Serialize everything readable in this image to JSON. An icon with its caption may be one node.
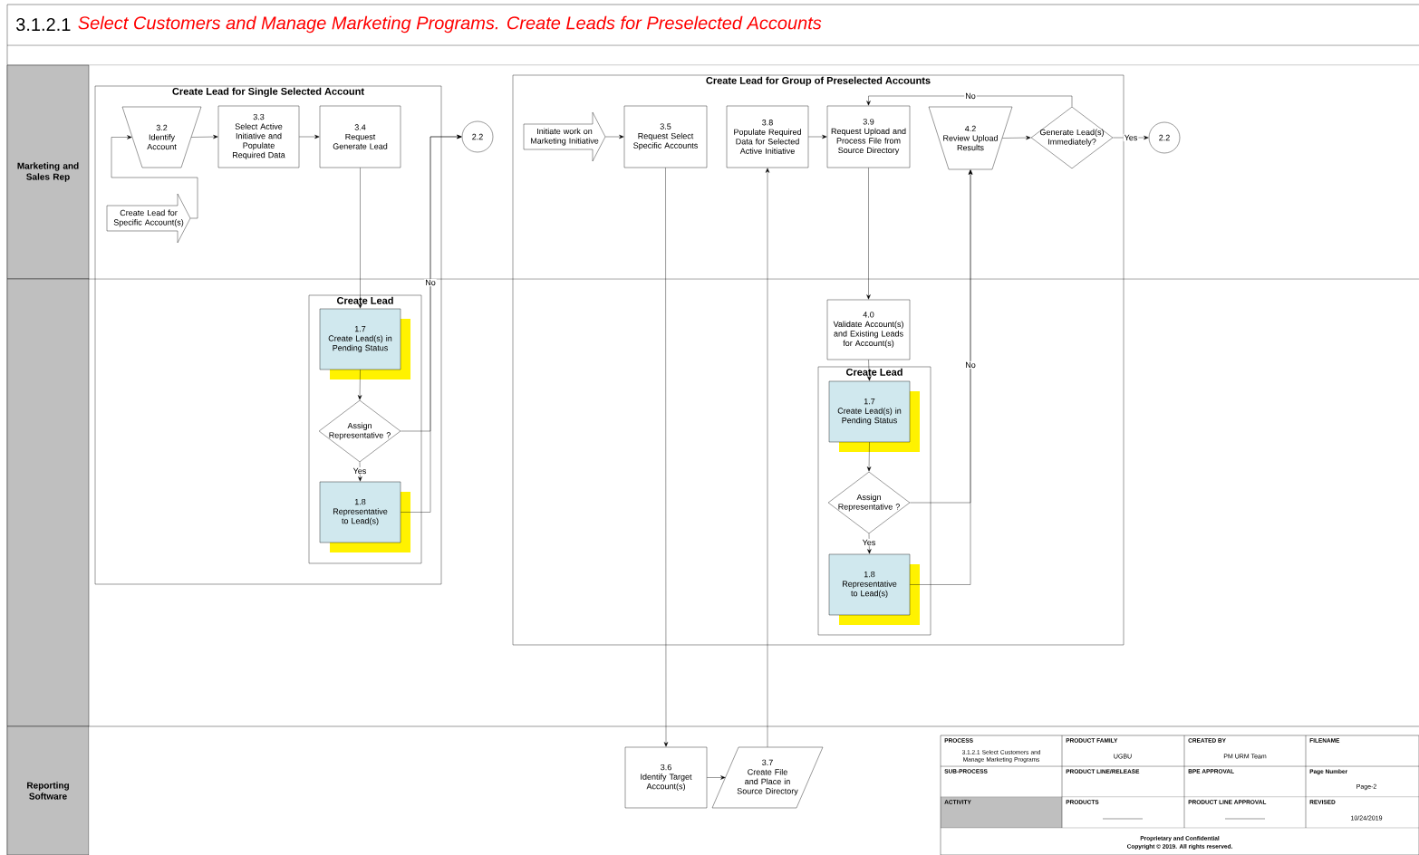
{
  "diagram": {
    "title": "3.1.2.1",
    "nodes": [
      {
        "text": [
          "Marketing and Sales Rep"
        ]
      },
      {
        "text": [],
        "shape": "box"
      },
      {
        "text": [
          "Reporting Software"
        ]
      },
      {
        "text": [
          "Create Lead for Single Selected Account"
        ]
      },
      {
        "text": [
          "Create Lead for Specific Account(s)"
        ],
        "in": 3
      },
      {
        "text": [
          "3.2",
          "Identify Account"
        ],
        "in": 3
      },
      {
        "text": [
          "3.3",
          "Select Active Initiative and Populate Required Data"
        ],
        "in": 3
      },
      {
        "text": [
          "3.4",
          "Request Generate Lead"
        ],
        "in": 3
      },
      {
        "text": [
          "2.2"
        ]
      },
      {
        "text": [
          "Create Lead"
        ],
        "in": 3
      },
      {
        "text": [
          "1.7",
          "Create Lead(s) in Pending Status"
        ],
        "in": 9
      },
      {
        "text": [
          "Assign Representative ?"
        ],
        "in": 9
      },
      {
        "text": [
          "1.8",
          "Representative to Lead(s)"
        ],
        "in": 9
      },
      {
        "text": [
          "Create Lead for Group of Preselected Accounts"
        ]
      },
      {
        "text": [
          "Initiate work on Marketing Initiative"
        ],
        "in": 13
      },
      {
        "text": [
          "3.5",
          "Request Select Specific Accounts"
        ],
        "in": 13
      },
      {
        "text": [
          "3.8",
          "Populate Required Data for Selected Active Initiative"
        ],
        "in": 13
      },
      {
        "text": [
          "3.9",
          "Request Upload and Process File from Source Directory"
        ],
        "in": 13
      },
      {
        "text": [
          "4.2",
          "Review Upload Results"
        ],
        "in": 13
      },
      {
        "text": [
          "Generate Lead(s) Immediately?"
        ],
        "in": 13
      },
      {
        "text": [
          "2.2"
        ]
      },
      {
        "text": [
          "4.0",
          "Validate Account(s) and Existing Leads for Account(s)"
        ],
        "in": 13
      },
      {
        "text": [
          "Create Lead"
        ],
        "in": 13
      },
      {
        "text": [
          "1.7",
          "Create Lead(s) in Pending Status"
        ],
        "in": 22
      },
      {
        "text": [
          "Assign Representative ?"
        ],
        "in": 22
      },
      {
        "text": [
          "1.8",
          "Representative to Lead(s)"
        ],
        "in": 22
      },
      {
        "text": [
          "3.6",
          "Identify Target Account(s)"
        ]
      },
      {
        "text": [
          "3.7",
          "Create File and Place in Source Directory"
        ]
      }
    ],
    "edges": [
      {
        "from": 4,
        "to": 5,
        "arrow": "to"
      },
      {
        "from": 5,
        "to": 6,
        "arrow": "to"
      },
      {
        "from": 6,
        "to": 7,
        "arrow": "to"
      },
      {
        "from": 7,
        "to": 10,
        "arrow": "to"
      },
      {
        "from": 10,
        "to": 11,
        "arrow": "to"
      },
      {
        "from": 11,
        "to": 12,
        "arrow": "to",
        "label": "Yes"
      },
      {
        "from": 11,
        "to": 8,
        "arrow": "to",
        "label": "No"
      },
      {
        "from": 12,
        "to": 8,
        "arrow": "to"
      },
      {
        "from": 14,
        "to": 15,
        "arrow": "to"
      },
      {
        "from": 15,
        "to": 26,
        "arrow": "to"
      },
      {
        "from": 26,
        "to": 27,
        "arrow": "to"
      },
      {
        "from": 27,
        "to": 16,
        "arrow": "to"
      },
      {
        "from": 16,
        "to": 17,
        "arrow": "to"
      },
      {
        "from": 17,
        "to": 21,
        "arrow": "to"
      },
      {
        "from": 21,
        "to": 23,
        "arrow": "to"
      },
      {
        "from": 23,
        "to": 24,
        "arrow": "to"
      },
      {
        "from": 24,
        "to": 25,
        "arrow": "to",
        "label": "Yes"
      },
      {
        "from": 24,
        "to": 18,
        "arrow": "to",
        "label": "No"
      },
      {
        "from": 25,
        "to": 18,
        "arrow": "to"
      },
      {
        "from": 18,
        "to": 19,
        "arrow": "to"
      },
      {
        "from": 19,
        "to": 20,
        "arrow": "to",
        "label": "Yes"
      },
      {
        "from": 19,
        "to": 17,
        "arrow": "to",
        "label": "No"
      }
    ],
    "labels": [
      "Select Customers and Manage Marketing Programs. Create Leads for Preselected Accounts",
      "PROCESS",
      "3.1.2.1 Select Customers and Manage Marketing Programs",
      "PRODUCT FAMILY",
      "UGBU",
      "CREATED BY",
      "PM URM Team",
      "FILENAME",
      "SUB-PROCESS",
      "PRODUCT LINE/RELEASE",
      "BPE APPROVAL",
      "Page Number",
      "Page-2",
      "ACTIVITY",
      "PRODUCTS",
      "PRODUCT LINE APPROVAL",
      "REVISED",
      "10/24/2019",
      "Proprietary and Confidential",
      "Copyright © 2019. All rights reserved."
    ]
  }
}
